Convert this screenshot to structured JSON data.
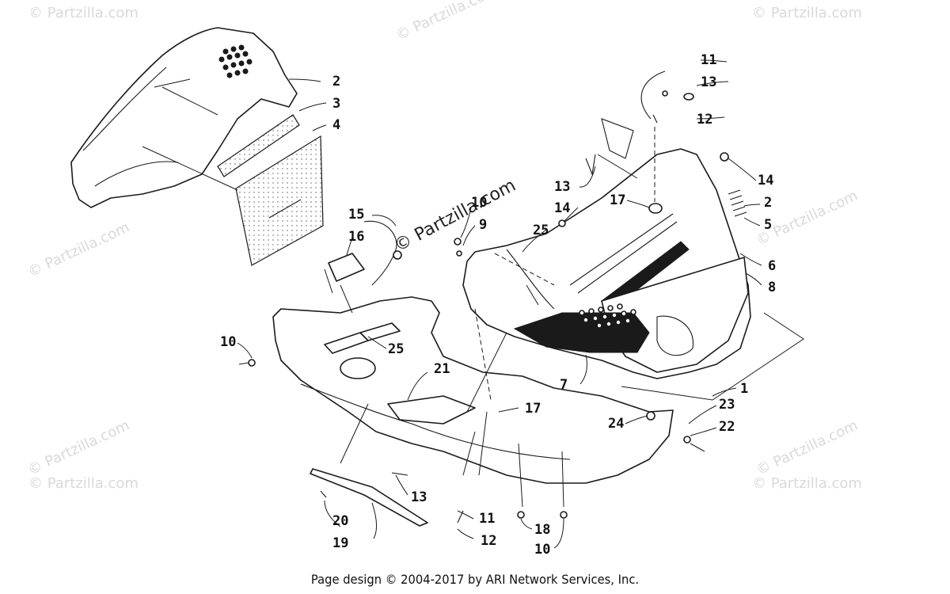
{
  "watermarks": [
    "© Partzilla.com",
    "© Partzilla.com",
    "© Partzilla.com",
    "© Partzilla.com",
    "© Partzilla.com",
    "© Partzilla.com",
    "© Partzilla.com",
    "© Partzilla.com",
    "© Partzilla.com",
    "© Partzilla.com"
  ],
  "callouts": {
    "c1": "1",
    "c2a": "2",
    "c2b": "2",
    "c3": "3",
    "c4": "4",
    "c5": "5",
    "c6": "6",
    "c7": "7",
    "c8": "8",
    "c9": "9",
    "c10a": "10",
    "c10b": "10",
    "c10c": "10",
    "c11a": "11",
    "c11b": "11",
    "c12a": "12",
    "c12b": "12",
    "c13a": "13",
    "c13b": "13",
    "c13c": "13",
    "c14a": "14",
    "c14b": "14",
    "c15": "15",
    "c16": "16",
    "c17a": "17",
    "c17b": "17",
    "c18": "18",
    "c19": "19",
    "c20": "20",
    "c21": "21",
    "c22": "22",
    "c23": "23",
    "c24": "24",
    "c25a": "25",
    "c25b": "25"
  },
  "footer": "Page design © 2004-2017 by ARI Network Services, Inc."
}
